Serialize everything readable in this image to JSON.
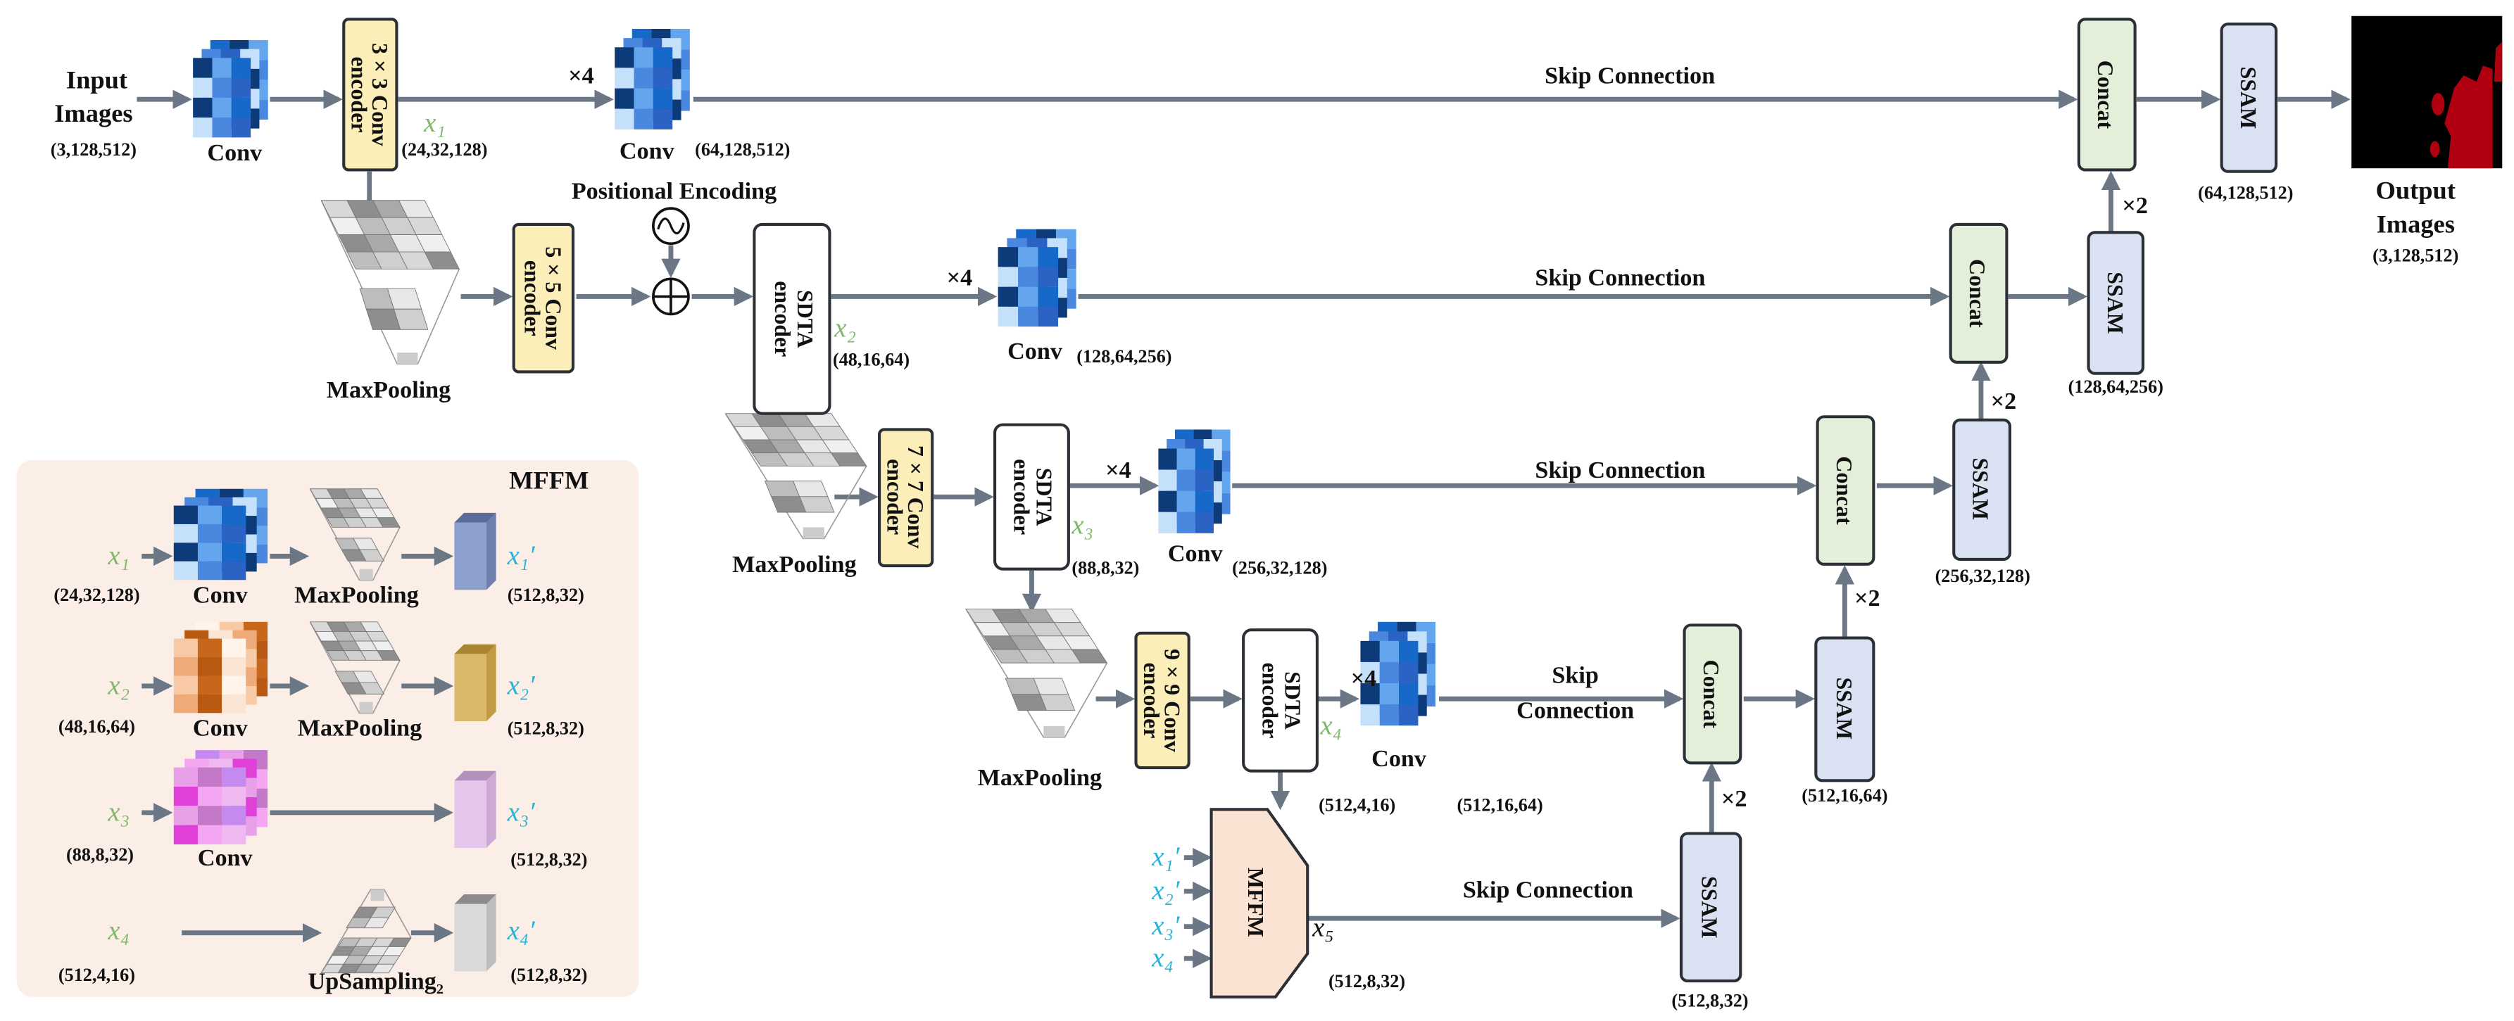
{
  "input": {
    "line1": "Input",
    "line2": "Images",
    "shape": "(3,128,512)"
  },
  "output": {
    "line1": "Output",
    "line2": "Images",
    "shape": "(3,128,512)"
  },
  "labels": {
    "conv": "Conv",
    "maxpooling": "MaxPooling",
    "upsampling": "UpSampling₂",
    "positional_encoding": "Positional Encoding",
    "skip_connection": "Skip Connection",
    "skip": "Skip",
    "connection": "Connection",
    "repeat4": "×4",
    "repeat2": "×2",
    "concat": "Concat",
    "ssam": "SSAM",
    "sdta_line1": "SDTA",
    "sdta_line2": "encoder",
    "mffm": "MFFM"
  },
  "encoders": [
    {
      "line1": "3 × 3 Conv",
      "line2": "encoder"
    },
    {
      "line1": "5 × 5 Conv",
      "line2": "encoder"
    },
    {
      "line1": "7 × 7 Conv",
      "line2": "encoder"
    },
    {
      "line1": "9 × 9 Conv",
      "line2": "encoder"
    }
  ],
  "features": {
    "x1": "x₁",
    "x2": "x₂",
    "x3": "x₃",
    "x4": "x₄",
    "x5": "x₅",
    "x1p": "x₁′",
    "x2p": "x₂′",
    "x3p": "x₃′",
    "x4p": "x₄′"
  },
  "shapes": {
    "enc1": "(24,32,128)",
    "conv1": "(64,128,512)",
    "ssam1": "(64,128,512)",
    "enc2": "(48,16,64)",
    "conv2": "(128,64,256)",
    "ssam2": "(128,64,256)",
    "enc3": "(88,8,32)",
    "conv3": "(256,32,128)",
    "ssam3": "(256,32,128)",
    "enc4": "(512,4,16)",
    "conv4": "(512,16,64)",
    "ssam4": "(512,16,64)",
    "mffm": "(512,8,32)",
    "ssam5": "(512,8,32)"
  },
  "mffm_panel": {
    "title": "MFFM",
    "rows": [
      {
        "in": "x₁",
        "in_shape": "(24,32,128)",
        "out": "x₁′",
        "out_shape": "(512,8,32)"
      },
      {
        "in": "x₂",
        "in_shape": "(48,16,64)",
        "out": "x₂′",
        "out_shape": "(512,8,32)"
      },
      {
        "in": "x₃",
        "in_shape": "(88,8,32)",
        "out": "x₃′",
        "out_shape": "(512,8,32)"
      },
      {
        "in": "x₄",
        "in_shape": "(512,4,16)",
        "out": "x₄′",
        "out_shape": "(512,8,32)"
      }
    ]
  },
  "colors": {
    "arrow": "#6b7785",
    "conv_encoder": "#fbeeb8",
    "concat": "#e3efd9",
    "ssam": "#d9e1f2",
    "mffm": "#fbe3d4",
    "panel": "#fbeee6",
    "feature_green": "#7fb86a",
    "feature_cyan": "#27b3d8"
  }
}
